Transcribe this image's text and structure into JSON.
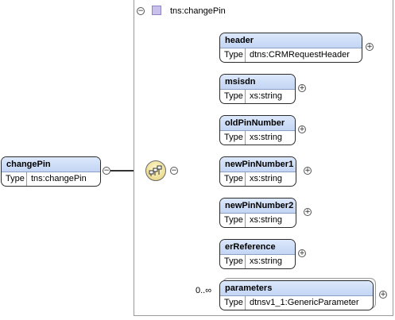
{
  "root": {
    "name": "changePin",
    "type_label": "Type",
    "type_value": "tns:changePin"
  },
  "frame": {
    "title": "tns:changePin"
  },
  "elements": [
    {
      "name": "header",
      "type_label": "Type",
      "type_value": "dtns:CRMRequestHeader"
    },
    {
      "name": "msisdn",
      "type_label": "Type",
      "type_value": "xs:string"
    },
    {
      "name": "oldPinNumber",
      "type_label": "Type",
      "type_value": "xs:string"
    },
    {
      "name": "newPinNumber1",
      "type_label": "Type",
      "type_value": "xs:string"
    },
    {
      "name": "newPinNumber2",
      "type_label": "Type",
      "type_value": "xs:string"
    },
    {
      "name": "erReference",
      "type_label": "Type",
      "type_value": "xs:string"
    },
    {
      "name": "parameters",
      "type_label": "Type",
      "type_value": "dtnsv1_1:GenericParameter",
      "multiplicity": "0..∞"
    }
  ],
  "icons": {
    "collapse": "−",
    "expand": "+",
    "sequence": "sequence-compositor-icon",
    "complex_type": "complex-type-square-icon"
  }
}
